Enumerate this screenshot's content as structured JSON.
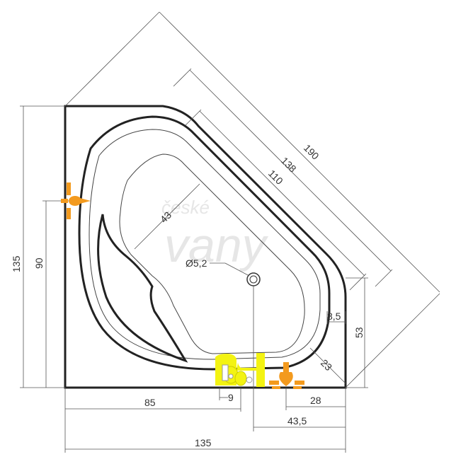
{
  "watermark": {
    "line1": "české",
    "line2": "vany"
  },
  "dimensions": {
    "diag_190": "190",
    "diag_138": "138",
    "diag_110": "110",
    "diag_43": "43",
    "drain": "Ø5,2",
    "left_135": "135",
    "left_90": "90",
    "right_53": "53",
    "side_8_5": "8,5",
    "corner_23": "23",
    "bottom_85": "85",
    "bottom_9": "9",
    "bottom_28": "28",
    "bottom_43_5": "43,5",
    "bottom_135": "135"
  },
  "colors": {
    "outline": "#222222",
    "dim_line": "#555555",
    "orange_fitting": "#f39a1e",
    "yellow_fitting": "#f3f312"
  },
  "icons": [
    "left-tap-icon",
    "overflow-drain-icon",
    "mixer-tap-icon"
  ]
}
